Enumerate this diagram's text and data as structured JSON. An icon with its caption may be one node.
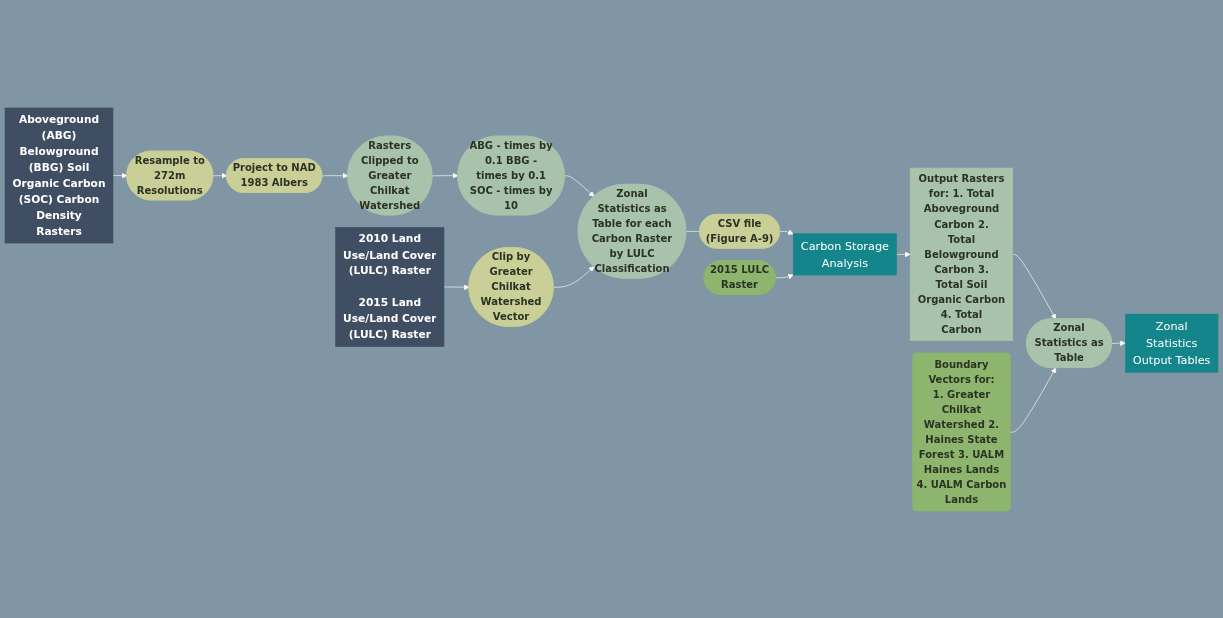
{
  "diagram": {
    "nodes": [
      {
        "text": [
          "Aboveground (ABG) Belowground (BBG) Soil Organic Carbon (SOC) Carbon Density Rasters"
        ]
      },
      {
        "text": [
          "Resample to 272m Resolutions"
        ]
      },
      {
        "text": [
          "Project to NAD 1983 Albers"
        ]
      },
      {
        "text": [
          "Rasters Clipped to Greater Chilkat Watershed"
        ]
      },
      {
        "text": [
          "ABG - times by 0.1 BBG - times by 0.1 SOC - times by 10"
        ]
      },
      {
        "text": [
          "2015 LULC Raster"
        ]
      },
      {
        "text": [
          "Carbon Storage Analysis"
        ]
      },
      {
        "text": [
          "2010 Land Use/Land Cover (LULC) Raster",
          "2015 Land Use/Land Cover (LULC) Raster"
        ]
      },
      {
        "text": [
          "Clip by Greater Chilkat Watershed Vector"
        ]
      },
      {
        "text": [
          "Zonal Statistics as Table for each Carbon Raster by LULC Classification"
        ]
      },
      {
        "text": [
          "CSV file (Figure A-9)"
        ]
      },
      {
        "text": [
          "Output Rasters for: 1. Total Aboveground Carbon 2. Total Belowground Carbon 3. Total Soil Organic Carbon 4. Total Carbon"
        ]
      },
      {
        "text": [
          "Boundary Vectors for: 1. Greater Chilkat Watershed 2. Haines State Forest 3. UALM Haines Lands 4. UALM Carbon Lands"
        ]
      },
      {
        "text": [
          "Zonal Statistics as Table"
        ]
      },
      {
        "text": [
          "Zonal Statistics Output Tables"
        ]
      }
    ],
    "edges": [
      {
        "from": 0,
        "to": 1,
        "arrow": "to"
      },
      {
        "from": 1,
        "to": 2,
        "arrow": "to"
      },
      {
        "from": 2,
        "to": 3,
        "arrow": "to"
      },
      {
        "from": 3,
        "to": 4,
        "arrow": "to"
      },
      {
        "from": 4,
        "to": 9,
        "arrow": "to"
      },
      {
        "from": 7,
        "to": 8,
        "arrow": "to"
      },
      {
        "from": 8,
        "to": 9,
        "arrow": "to"
      },
      {
        "from": 9,
        "to": 10,
        "arrow": "none"
      },
      {
        "from": 10,
        "to": 6,
        "arrow": "to"
      },
      {
        "from": 5,
        "to": 6,
        "arrow": "to"
      },
      {
        "from": 6,
        "to": 11,
        "arrow": "to"
      },
      {
        "from": 11,
        "to": 13,
        "arrow": "to"
      },
      {
        "from": 12,
        "to": 13,
        "arrow": "to"
      },
      {
        "from": 13,
        "to": 14,
        "arrow": "to"
      }
    ]
  }
}
